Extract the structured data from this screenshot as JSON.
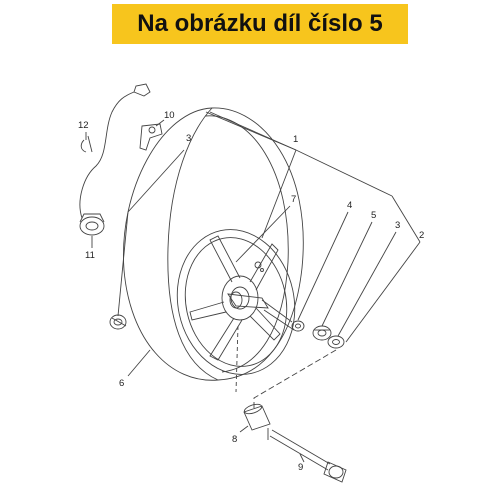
{
  "banner": {
    "text": "Na obrázku díl číslo 5",
    "background_color": "#f7c51d"
  },
  "diagram": {
    "line_color": "#444444",
    "parts": [
      {
        "number": "1",
        "part": "wheel assembly"
      },
      {
        "number": "2",
        "part": "oil seal"
      },
      {
        "number": "3",
        "part": "bearing"
      },
      {
        "number": "4",
        "part": "spacer / collar"
      },
      {
        "number": "5",
        "part": "bearing"
      },
      {
        "number": "6",
        "part": "tire"
      },
      {
        "number": "7",
        "part": "hub rim"
      },
      {
        "number": "8",
        "part": "axle collar"
      },
      {
        "number": "9",
        "part": "wheel axle"
      },
      {
        "number": "10",
        "part": "clamp"
      },
      {
        "number": "11",
        "part": "speed sensor gear unit"
      },
      {
        "number": "12",
        "part": "sensor cable"
      }
    ],
    "callouts": {
      "c1": "1",
      "c2": "2",
      "c3a": "3",
      "c3b": "3",
      "c4": "4",
      "c5": "5",
      "c6": "6",
      "c7": "7",
      "c8": "8",
      "c9": "9",
      "c10": "10",
      "c11": "11",
      "c12": "12"
    }
  }
}
